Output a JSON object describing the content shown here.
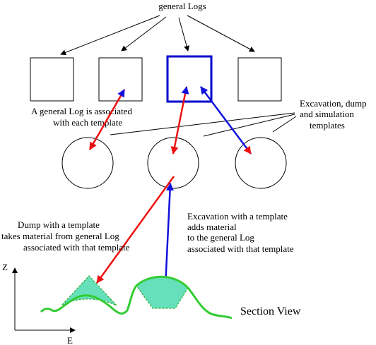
{
  "title": "general Logs",
  "labels": {
    "general_log_note_1": "A general Log is associated",
    "general_log_note_2": "with each template",
    "templates_note_1": "Excavation, dump",
    "templates_note_2": "and simulation",
    "templates_note_3": "templates",
    "dump_note_1": "Dump with a template",
    "dump_note_2": "takes material from general Log",
    "dump_note_3": "associated with that template",
    "excavation_note_1": "Excavation with a template",
    "excavation_note_2": "adds material",
    "excavation_note_3": "to the general Log",
    "excavation_note_4": "associated with that template",
    "section_view": "Section View",
    "axis_z": "Z",
    "axis_e": "E"
  },
  "colors": {
    "outline": "#000000",
    "highlight": "#0000cc",
    "dump_arrow": "#ee1111",
    "excavation_arrow": "#1111dd",
    "terrain": "#33cc33",
    "fill": "#66e0bb"
  }
}
